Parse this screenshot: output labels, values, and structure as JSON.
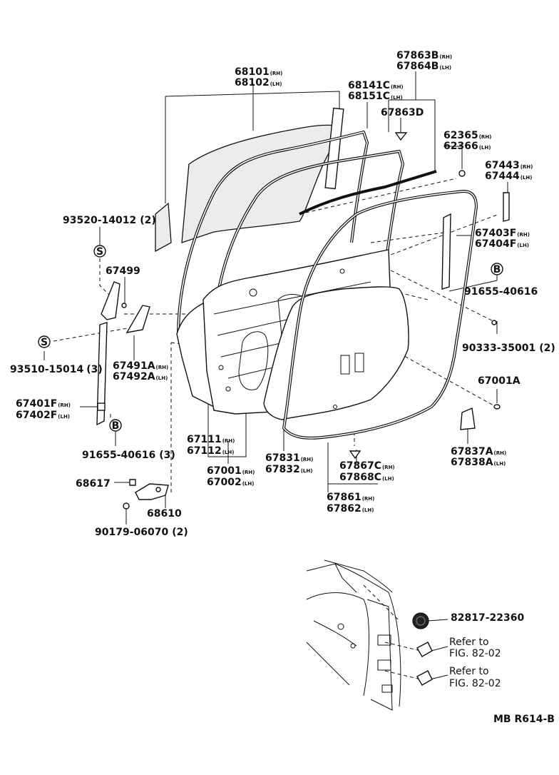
{
  "diagram_code": "MB R614-B",
  "parts": [
    {
      "id": "p68101",
      "lines": [
        {
          "num": "68101",
          "suffix": "(RH)"
        },
        {
          "num": "68102",
          "suffix": "(LH)"
        }
      ]
    },
    {
      "id": "p68141",
      "lines": [
        {
          "num": "68141C",
          "suffix": "(RH)"
        },
        {
          "num": "68151C",
          "suffix": "(LH)"
        }
      ]
    },
    {
      "id": "p67863b",
      "lines": [
        {
          "num": "67863B",
          "suffix": "(RH)"
        },
        {
          "num": "67864B",
          "suffix": "(LH)"
        }
      ]
    },
    {
      "id": "p67863d",
      "lines": [
        {
          "num": "67863D",
          "suffix": ""
        }
      ]
    },
    {
      "id": "p62365",
      "lines": [
        {
          "num": "62365",
          "suffix": "(RH)"
        },
        {
          "num": "62366",
          "suffix": "(LH)"
        }
      ]
    },
    {
      "id": "p67443",
      "lines": [
        {
          "num": "67443",
          "suffix": "(RH)"
        },
        {
          "num": "67444",
          "suffix": "(LH)"
        }
      ]
    },
    {
      "id": "p67403",
      "lines": [
        {
          "num": "67403F",
          "suffix": "(RH)"
        },
        {
          "num": "67404F",
          "suffix": "(LH)"
        }
      ]
    },
    {
      "id": "p91655r",
      "lines": [
        {
          "num": "91655-40616",
          "suffix": ""
        }
      ]
    },
    {
      "id": "p90333",
      "lines": [
        {
          "num": "90333-35001",
          "suffix": "(2)"
        }
      ]
    },
    {
      "id": "p67001a",
      "lines": [
        {
          "num": "67001A",
          "suffix": ""
        }
      ]
    },
    {
      "id": "p67837",
      "lines": [
        {
          "num": "67837A",
          "suffix": "(RH)"
        },
        {
          "num": "67838A",
          "suffix": "(LH)"
        }
      ]
    },
    {
      "id": "p67861",
      "lines": [
        {
          "num": "67861",
          "suffix": "(RH)"
        },
        {
          "num": "67862",
          "suffix": "(LH)"
        }
      ]
    },
    {
      "id": "p67867",
      "lines": [
        {
          "num": "67867C",
          "suffix": "(RH)"
        },
        {
          "num": "67868C",
          "suffix": "(LH)"
        }
      ]
    },
    {
      "id": "p67831",
      "lines": [
        {
          "num": "67831",
          "suffix": "(RH)"
        },
        {
          "num": "67832",
          "suffix": "(LH)"
        }
      ]
    },
    {
      "id": "p67111",
      "lines": [
        {
          "num": "67111",
          "suffix": "(RH)"
        },
        {
          "num": "67112",
          "suffix": "(LH)"
        }
      ]
    },
    {
      "id": "p67001",
      "lines": [
        {
          "num": "67001",
          "suffix": "(RH)"
        },
        {
          "num": "67002",
          "suffix": "(LH)"
        }
      ]
    },
    {
      "id": "p93520",
      "lines": [
        {
          "num": "93520-14012",
          "suffix": "(2)"
        }
      ]
    },
    {
      "id": "p67499",
      "lines": [
        {
          "num": "67499",
          "suffix": ""
        }
      ]
    },
    {
      "id": "p67491",
      "lines": [
        {
          "num": "67491A",
          "suffix": "(RH)"
        },
        {
          "num": "67492A",
          "suffix": "(LH)"
        }
      ]
    },
    {
      "id": "p93510",
      "lines": [
        {
          "num": "93510-15014",
          "suffix": "(3)"
        }
      ]
    },
    {
      "id": "p67401",
      "lines": [
        {
          "num": "67401F",
          "suffix": "(RH)"
        },
        {
          "num": "67402F",
          "suffix": "(LH)"
        }
      ]
    },
    {
      "id": "p91655l",
      "lines": [
        {
          "num": "91655-40616",
          "suffix": "(3)"
        }
      ]
    },
    {
      "id": "p68617",
      "lines": [
        {
          "num": "68617",
          "suffix": ""
        }
      ]
    },
    {
      "id": "p68610",
      "lines": [
        {
          "num": "68610",
          "suffix": ""
        }
      ]
    },
    {
      "id": "p90179",
      "lines": [
        {
          "num": "90179-06070",
          "suffix": "(2)"
        }
      ]
    },
    {
      "id": "p82817",
      "lines": [
        {
          "num": "82817-22360",
          "suffix": ""
        }
      ]
    }
  ],
  "references": [
    {
      "id": "ref1",
      "text1": "Refer to",
      "text2": "FIG. 82-02"
    },
    {
      "id": "ref2",
      "text1": "Refer to",
      "text2": "FIG. 82-02"
    }
  ],
  "markers": [
    {
      "id": "m1",
      "letter": "S"
    },
    {
      "id": "m2",
      "letter": "S"
    },
    {
      "id": "m3",
      "letter": "B"
    },
    {
      "id": "m4",
      "letter": "B"
    }
  ]
}
